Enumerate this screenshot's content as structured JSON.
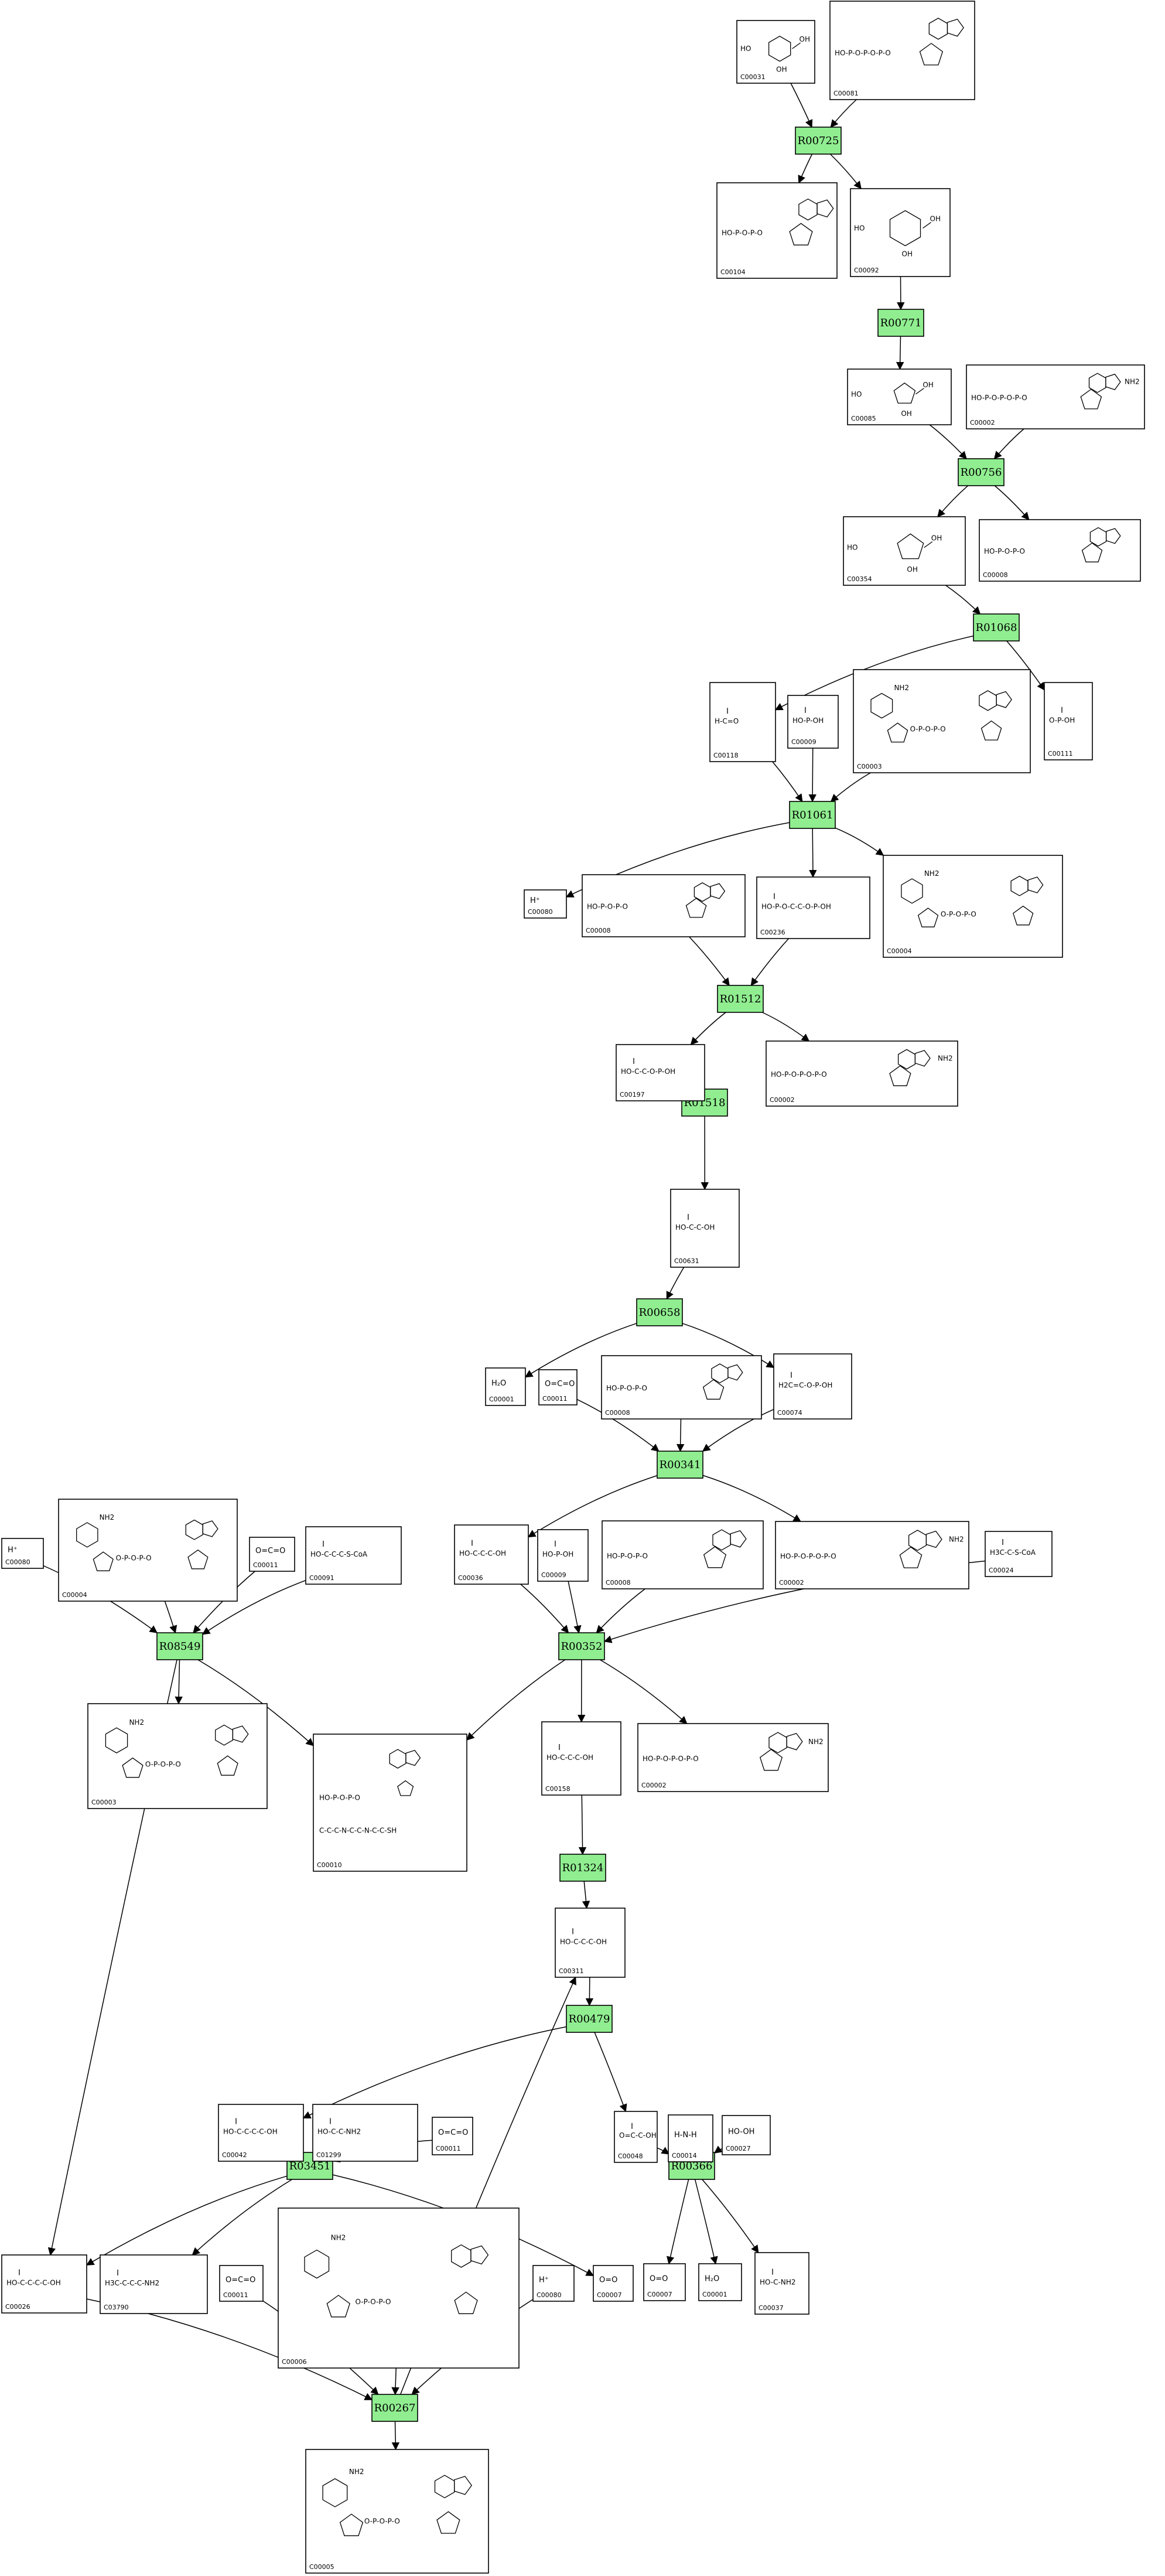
{
  "reactions": [
    {
      "id": "R00725"
    },
    {
      "id": "R00771"
    },
    {
      "id": "R00756"
    },
    {
      "id": "R01068"
    },
    {
      "id": "R01061"
    },
    {
      "id": "R01512"
    },
    {
      "id": "R01518"
    },
    {
      "id": "R00658"
    },
    {
      "id": "R00341"
    },
    {
      "id": "R08549"
    },
    {
      "id": "R00352"
    },
    {
      "id": "R01324"
    },
    {
      "id": "R00479"
    },
    {
      "id": "R03451"
    },
    {
      "id": "R00366"
    },
    {
      "id": "R00267"
    }
  ],
  "compounds": [
    {
      "key": "c31a",
      "id": "C00031",
      "kind": "hexose"
    },
    {
      "key": "c81",
      "id": "C00081",
      "kind": "nucleotide",
      "label": "HO-P-O-P-O-P-O"
    },
    {
      "key": "c104",
      "id": "C00104",
      "kind": "nucleotide",
      "label": "HO-P-O-P-O"
    },
    {
      "key": "c92",
      "id": "C00092",
      "kind": "hexose"
    },
    {
      "key": "c85",
      "id": "C00085",
      "kind": "furanose"
    },
    {
      "key": "c2a",
      "id": "C00002",
      "kind": "nucleotide",
      "label": "HO-P-O-P-O-P-O",
      "extra": "NH2"
    },
    {
      "key": "c354",
      "id": "C00354",
      "kind": "furanose"
    },
    {
      "key": "c8a",
      "id": "C00008",
      "kind": "nucleotide",
      "label": "HO-P-O-P-O"
    },
    {
      "key": "c118",
      "id": "C00118",
      "kind": "small",
      "label": "H-C=O"
    },
    {
      "key": "c9a",
      "id": "C00009",
      "kind": "small",
      "label": "HO-P-OH"
    },
    {
      "key": "c3a",
      "id": "C00003",
      "kind": "dinucleotide",
      "extra": "NH2"
    },
    {
      "key": "c111",
      "id": "C00111",
      "kind": "small",
      "label": "O-P-OH"
    },
    {
      "key": "c80a",
      "id": "C00080",
      "kind": "text",
      "label": "H⁺"
    },
    {
      "key": "c8b",
      "id": "C00008",
      "kind": "nucleotide",
      "label": "HO-P-O-P-O"
    },
    {
      "key": "c236",
      "id": "C00236",
      "kind": "small",
      "label": "HO-P-O-C-C-O-P-OH"
    },
    {
      "key": "c4a",
      "id": "C00004",
      "kind": "dinucleotide",
      "extra": "NH2"
    },
    {
      "key": "c197",
      "id": "C00197",
      "kind": "small",
      "label": "HO-C-C-O-P-OH"
    },
    {
      "key": "c2b",
      "id": "C00002",
      "kind": "nucleotide",
      "label": "HO-P-O-P-O-P-O",
      "extra": "NH2"
    },
    {
      "key": "c631",
      "id": "C00631",
      "kind": "small",
      "label": "HO-C-C-OH"
    },
    {
      "key": "c1a",
      "id": "C00001",
      "kind": "text",
      "label": "H₂O"
    },
    {
      "key": "c11a",
      "id": "C00011",
      "kind": "text",
      "label": "O=C=O"
    },
    {
      "key": "c8c",
      "id": "C00008",
      "kind": "nucleotide",
      "label": "HO-P-O-P-O"
    },
    {
      "key": "c74",
      "id": "C00074",
      "kind": "small",
      "label": "H2C=C-O-P-OH"
    },
    {
      "key": "c80b",
      "id": "C00080",
      "kind": "text",
      "label": "H⁺"
    },
    {
      "key": "c4b",
      "id": "C00004",
      "kind": "dinucleotide",
      "extra": "NH2"
    },
    {
      "key": "c11b",
      "id": "C00011",
      "kind": "text",
      "label": "O=C=O"
    },
    {
      "key": "c91",
      "id": "C00091",
      "kind": "small",
      "label": "HO-C-C-C-S-CoA"
    },
    {
      "key": "c36",
      "id": "C00036",
      "kind": "small",
      "label": "HO-C-C-C-OH"
    },
    {
      "key": "c9b",
      "id": "C00009",
      "kind": "small",
      "label": "HO-P-OH"
    },
    {
      "key": "c8d",
      "id": "C00008",
      "kind": "nucleotide",
      "label": "HO-P-O-P-O"
    },
    {
      "key": "c2c",
      "id": "C00002",
      "kind": "nucleotide",
      "label": "HO-P-O-P-O-P-O",
      "extra": "NH2"
    },
    {
      "key": "c24",
      "id": "C00024",
      "kind": "small",
      "label": "H3C-C-S-CoA"
    },
    {
      "key": "c3b",
      "id": "C00003",
      "kind": "dinucleotide",
      "extra": "NH2"
    },
    {
      "key": "c10",
      "id": "C00010",
      "kind": "coa"
    },
    {
      "key": "c158",
      "id": "C00158",
      "kind": "small",
      "label": "HO-C-C-C-OH"
    },
    {
      "key": "c2d",
      "id": "C00002",
      "kind": "nucleotide",
      "label": "HO-P-O-P-O-P-O",
      "extra": "NH2"
    },
    {
      "key": "c311",
      "id": "C00311",
      "kind": "small",
      "label": "HO-C-C-C-OH"
    },
    {
      "key": "c42",
      "id": "C00042",
      "kind": "small",
      "label": "HO-C-C-C-C-OH"
    },
    {
      "key": "c1299",
      "id": "C01299",
      "kind": "small",
      "label": "HO-C-C-NH2"
    },
    {
      "key": "c11c",
      "id": "C00011",
      "kind": "text",
      "label": "O=C=O"
    },
    {
      "key": "c48",
      "id": "C00048",
      "kind": "small",
      "label": "O=C-C-OH"
    },
    {
      "key": "c14",
      "id": "C00014",
      "kind": "text",
      "label": "H-N-H"
    },
    {
      "key": "c27",
      "id": "C00027",
      "kind": "text",
      "label": "HO-OH"
    },
    {
      "key": "c26",
      "id": "C00026",
      "kind": "small",
      "label": "HO-C-C-C-C-OH"
    },
    {
      "key": "c3790",
      "id": "C03790",
      "kind": "small",
      "label": "H3C-C-C-C-NH2"
    },
    {
      "key": "c11d",
      "id": "C00011",
      "kind": "text",
      "label": "O=C=O"
    },
    {
      "key": "c6",
      "id": "C00006",
      "kind": "dinucleotide",
      "extra": "NH2"
    },
    {
      "key": "c80c",
      "id": "C00080",
      "kind": "text",
      "label": "H⁺"
    },
    {
      "key": "c7a",
      "id": "C00007",
      "kind": "text",
      "label": "O=O"
    },
    {
      "key": "c7b",
      "id": "C00007",
      "kind": "text",
      "label": "O=O"
    },
    {
      "key": "c1b",
      "id": "C00001",
      "kind": "text",
      "label": "H₂O"
    },
    {
      "key": "c37",
      "id": "C00037",
      "kind": "small",
      "label": "HO-C-NH2"
    },
    {
      "key": "c5",
      "id": "C00005",
      "kind": "dinucleotide",
      "extra": "NH2"
    }
  ]
}
